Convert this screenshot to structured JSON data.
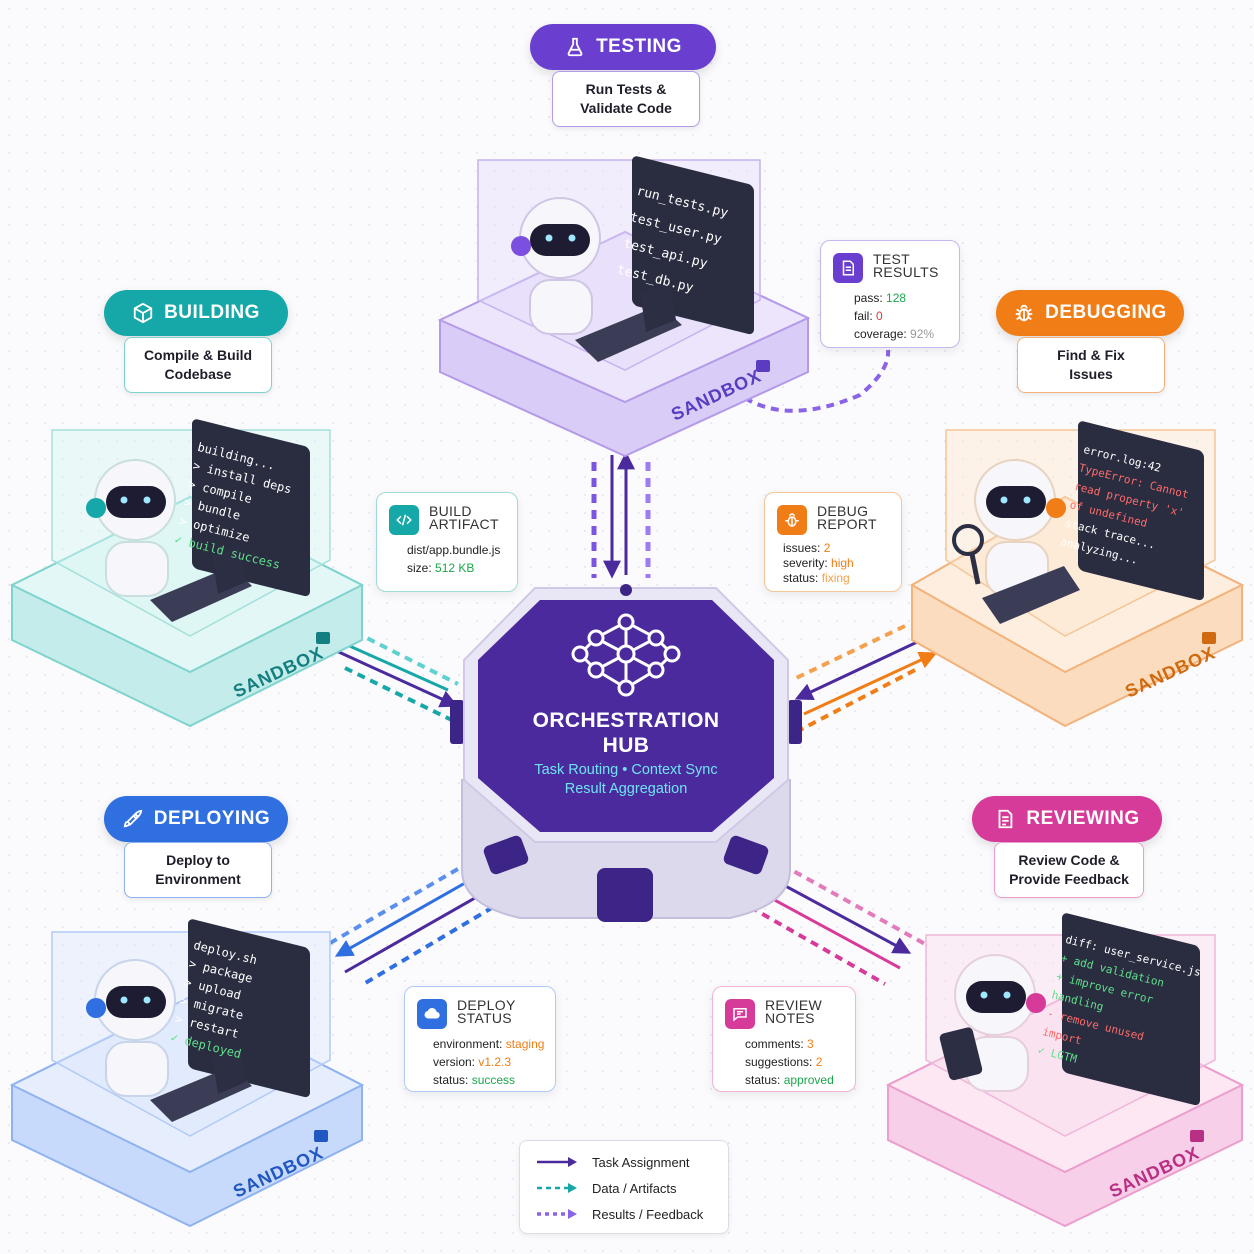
{
  "colors": {
    "testing": "#6a3fd0",
    "building": "#16a8a8",
    "debugging": "#f07d16",
    "deploying": "#2f6fe0",
    "reviewing": "#d63b9a",
    "hub": "#4b2a9e",
    "hub_accent": "#6fe3f2"
  },
  "hub": {
    "title_line1": "ORCHESTRATION",
    "title_line2": "HUB",
    "sub_line1": "Task Routing • Context Sync",
    "sub_line2": "Result Aggregation",
    "icon": "network-graph-icon"
  },
  "stations": {
    "testing": {
      "label": "TESTING",
      "icon": "flask-icon",
      "sub1": "Run Tests &",
      "sub2": "Validate Code",
      "terminal": [
        "run_tests.py",
        "test_user.py",
        "test_api.py",
        "test_db.py"
      ],
      "sandbox": "SANDBOX"
    },
    "building": {
      "label": "BUILDING",
      "icon": "package-icon",
      "sub1": "Compile & Build",
      "sub2": "Codebase",
      "terminal": [
        "building...",
        "> install deps",
        "> compile",
        "> bundle",
        "> optimize",
        "✓ build success"
      ],
      "sandbox": "SANDBOX"
    },
    "debugging": {
      "label": "DEBUGGING",
      "icon": "bug-icon",
      "sub1": "Find & Fix",
      "sub2": "Issues",
      "terminal": [
        "error.log:42",
        "TypeError: Cannot",
        "read property 'x'",
        "of undefined",
        "stack trace...",
        "analyzing..."
      ],
      "sandbox": "SANDBOX"
    },
    "deploying": {
      "label": "DEPLOYING",
      "icon": "rocket-icon",
      "sub1": "Deploy to",
      "sub2": "Environment",
      "terminal": [
        "deploy.sh",
        "> package",
        "> upload",
        "> migrate",
        "> restart",
        "✓ deployed"
      ],
      "sandbox": "SANDBOX"
    },
    "reviewing": {
      "label": "REVIEWING",
      "icon": "document-icon",
      "sub1": "Review Code &",
      "sub2": "Provide Feedback",
      "terminal": [
        "diff: user_service.js",
        "+ add validation",
        "+ improve error",
        "  handling",
        "- remove unused",
        "  import",
        "✓ LGTM"
      ],
      "sandbox": "SANDBOX"
    }
  },
  "cards": {
    "test_results": {
      "t1": "TEST",
      "t2": "RESULTS",
      "r1k": "pass:",
      "r1v": "128",
      "r2k": "fail:",
      "r2v": "0",
      "r3k": "coverage:",
      "r3v": "92%"
    },
    "build_artifact": {
      "t1": "BUILD",
      "t2": "ARTIFACT",
      "r1k": "dist/app.bundle.js",
      "r1v": "",
      "r2k": "size:",
      "r2v": "512 KB"
    },
    "debug_report": {
      "t1": "DEBUG",
      "t2": "REPORT",
      "r1k": "issues:",
      "r1v": "2",
      "r2k": "severity:",
      "r2v": "high",
      "r3k": "status:",
      "r3v": "fixing"
    },
    "deploy_status": {
      "t1": "DEPLOY",
      "t2": "STATUS",
      "r1k": "environment:",
      "r1v": "staging",
      "r2k": "version:",
      "r2v": "v1.2.3",
      "r3k": "status:",
      "r3v": "success"
    },
    "review_notes": {
      "t1": "REVIEW",
      "t2": "NOTES",
      "r1k": "comments:",
      "r1v": "3",
      "r2k": "suggestions:",
      "r2v": "2",
      "r3k": "status:",
      "r3v": "approved"
    }
  },
  "legend": {
    "task": "Task Assignment",
    "data": "Data / Artifacts",
    "results": "Results / Feedback"
  }
}
